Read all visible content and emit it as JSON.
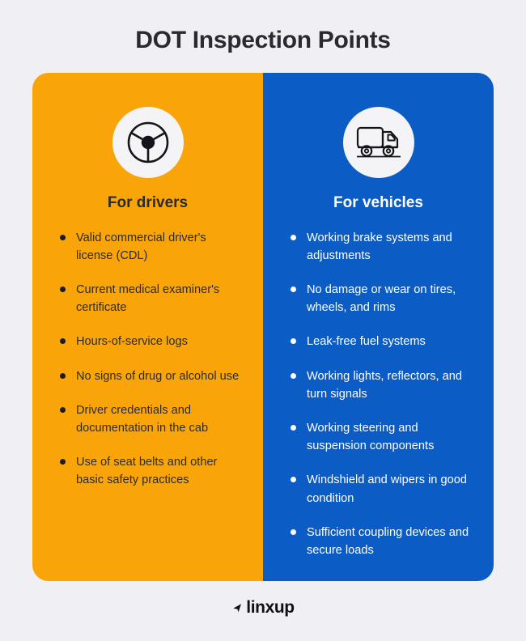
{
  "title": "DOT Inspection Points",
  "theme": {
    "background": "#f0eff4",
    "orange": "#f9a50a",
    "blue": "#0b5cc4",
    "title_color": "#2a2a33",
    "icon_circle": "#f4f4f6"
  },
  "panels": [
    {
      "id": "drivers",
      "heading": "For drivers",
      "icon": "steering-wheel-icon",
      "background": "#f9a50a",
      "text_color": "#2b2b2b",
      "items": [
        "Valid commercial driver's license (CDL)",
        "Current medical examiner's certificate",
        "Hours-of-service logs",
        "No signs of drug or alcohol use",
        "Driver credentials and documentation in the cab",
        "Use of seat belts and other basic safety practices"
      ]
    },
    {
      "id": "vehicles",
      "heading": "For vehicles",
      "icon": "truck-icon",
      "background": "#0b5cc4",
      "text_color": "#ffffff",
      "items": [
        "Working brake systems and adjustments",
        "No damage or wear on tires, wheels, and rims",
        "Leak-free fuel systems",
        "Working lights, reflectors, and turn signals",
        "Working steering and suspension components",
        "Windshield and wipers in good condition",
        "Sufficient coupling devices and secure loads"
      ]
    }
  ],
  "footer": {
    "logo_text": "linxup",
    "logo_mark": "triangle-left-icon"
  }
}
